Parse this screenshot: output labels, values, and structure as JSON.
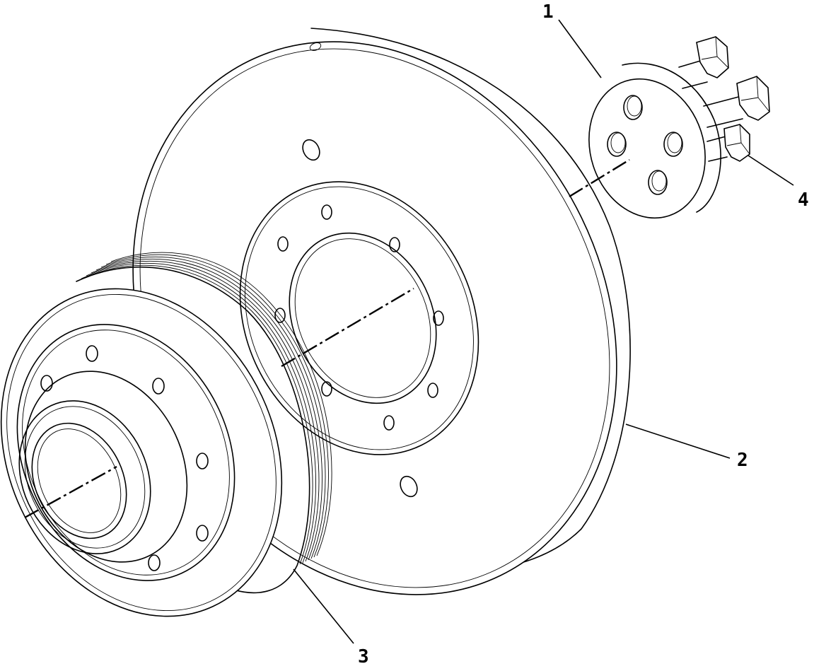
{
  "callouts": {
    "c1": "1",
    "c2": "2",
    "c3": "3",
    "c4": "4"
  },
  "parts": {
    "p1": "hub-retainer-plate",
    "p2": "vibration-damper",
    "p3": "crankshaft-pulley",
    "p4": "bolt"
  },
  "colors": {
    "line": "#000000",
    "background": "#ffffff"
  }
}
